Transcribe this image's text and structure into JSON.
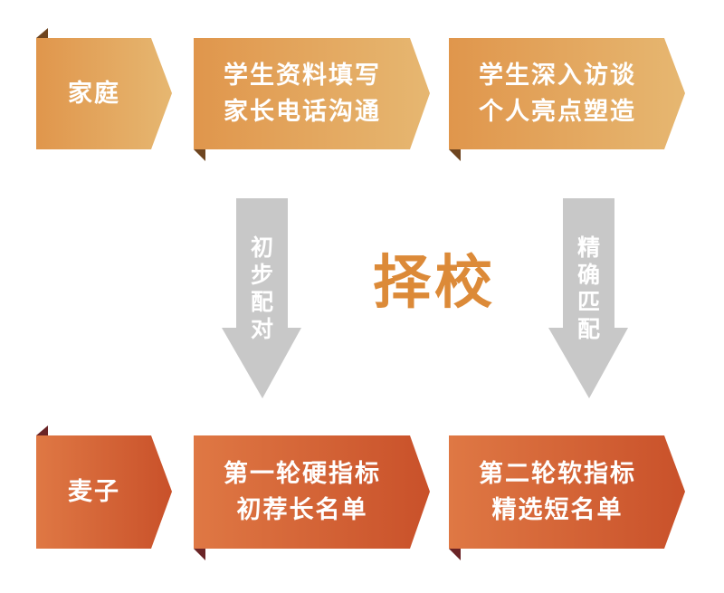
{
  "colors": {
    "top_row_start": "#e0964c",
    "top_row_end": "#e6b771",
    "top_fold": "#6e4520",
    "bottom_row_start": "#df7844",
    "bottom_row_end": "#c9512a",
    "bottom_fold": "#6a2426",
    "arrow": "#c8c8c8",
    "center_title": "#dc8a38"
  },
  "top_row": {
    "source": {
      "lines": [
        "家庭"
      ]
    },
    "step1": {
      "lines": [
        "学生资料填写",
        "家长电话沟通"
      ]
    },
    "step2": {
      "lines": [
        "学生深入访谈",
        "个人亮点塑造"
      ]
    }
  },
  "arrows": {
    "left": {
      "chars": [
        "初",
        "步",
        "配",
        "对"
      ]
    },
    "right": {
      "chars": [
        "精",
        "确",
        "匹",
        "配"
      ]
    }
  },
  "center_title": "择校",
  "bottom_row": {
    "source": {
      "lines": [
        "麦子"
      ]
    },
    "step1": {
      "lines": [
        "第一轮硬指标",
        "初荐长名单"
      ]
    },
    "step2": {
      "lines": [
        "第二轮软指标",
        "精选短名单"
      ]
    }
  }
}
